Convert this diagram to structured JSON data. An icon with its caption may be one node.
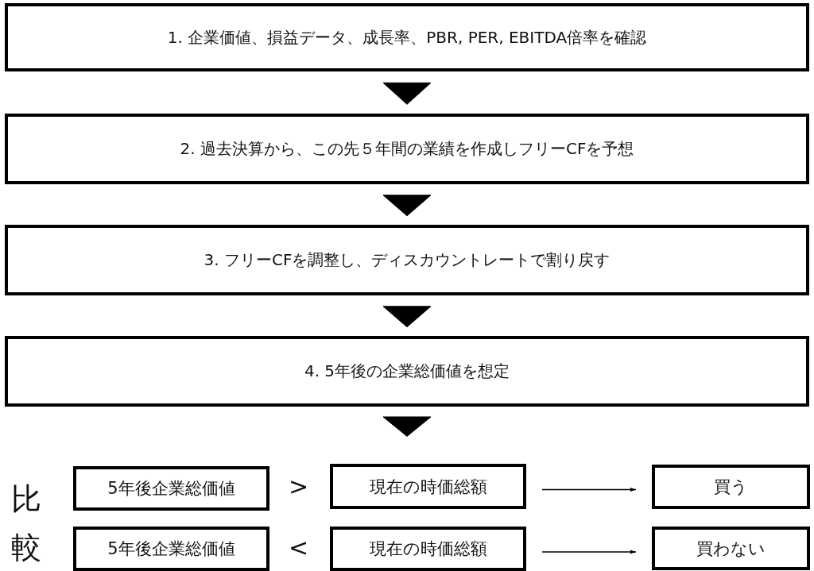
{
  "diagram": {
    "nodes": [
      {
        "text": [
          "1. 企業価値、損益データ、成長率、PBR, PER, EBITDA倍率を確認"
        ]
      },
      {
        "text": [
          "2. 過去決算から、この先５年間の業績を作成しフリーCFを予想"
        ]
      },
      {
        "text": [
          "3. フリーCFを調整し、ディスカウントレートで割り戻す"
        ]
      },
      {
        "text": [
          "4. 5年後の企業総価値を想定"
        ]
      },
      {
        "text": [
          "5年後企業総価値"
        ]
      },
      {
        "text": [
          "現在の時価総額"
        ]
      },
      {
        "text": [
          "買う"
        ]
      },
      {
        "text": [
          "5年後企業総価値"
        ]
      },
      {
        "text": [
          "現在の時価総額"
        ]
      },
      {
        "text": [
          "買わない"
        ]
      }
    ],
    "edges": [
      {
        "from": 0,
        "to": 1,
        "arrow": "to"
      },
      {
        "from": 1,
        "to": 2,
        "arrow": "to"
      },
      {
        "from": 2,
        "to": 3,
        "arrow": "to"
      },
      {
        "from": 3,
        "to": null,
        "arrow": "to"
      },
      {
        "from": 5,
        "to": 6,
        "arrow": "to"
      },
      {
        "from": 8,
        "to": 9,
        "arrow": "to"
      }
    ],
    "labels": [
      "比較",
      ">",
      "<"
    ]
  }
}
